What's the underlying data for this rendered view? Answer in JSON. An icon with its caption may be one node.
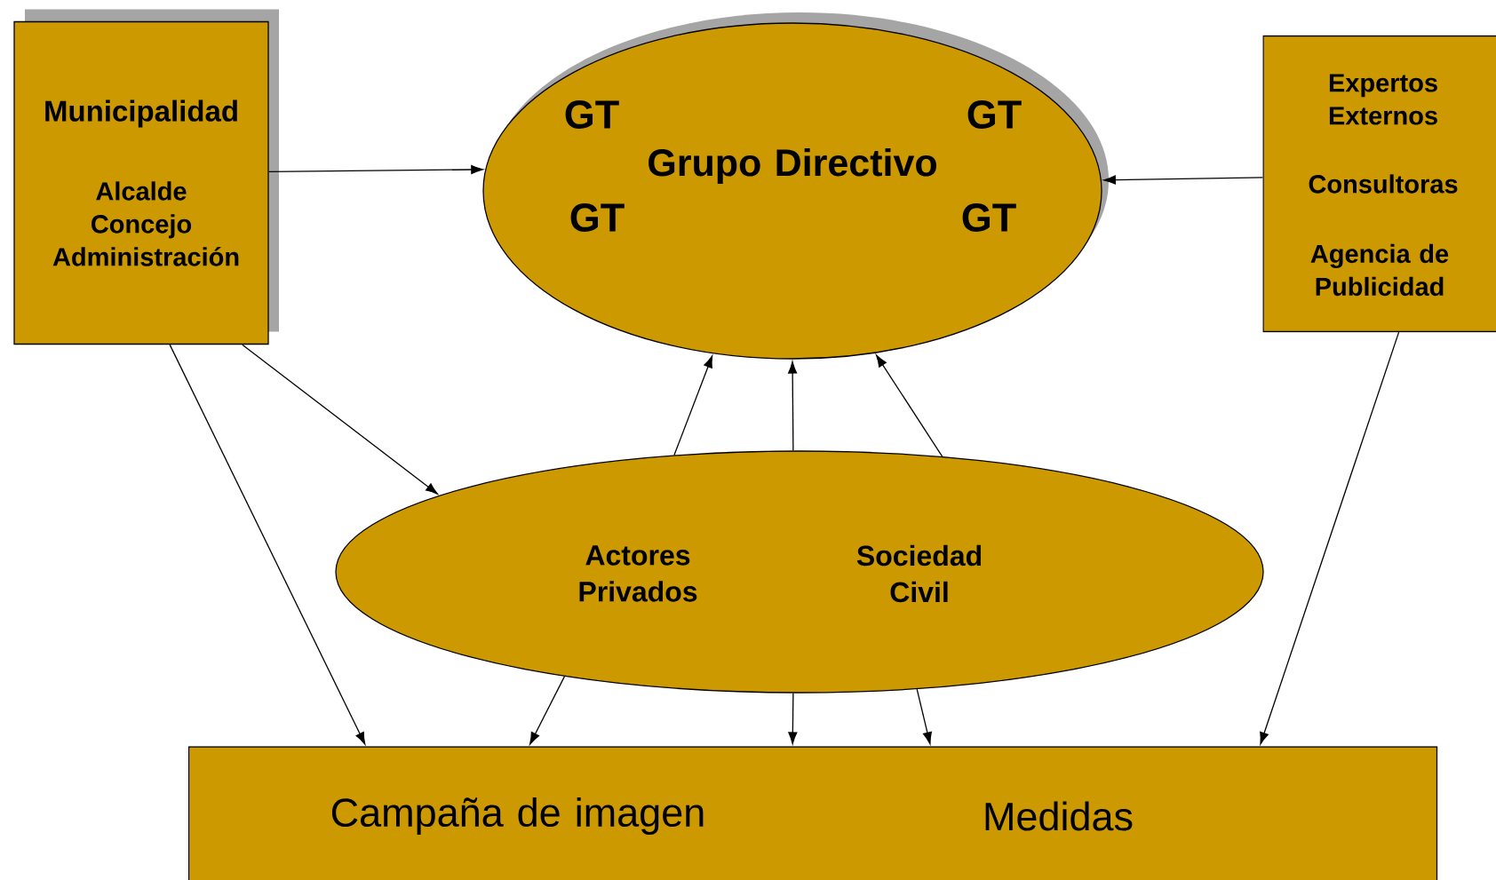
{
  "diagram": {
    "nodes": [
      {
        "text": [
          "Municipalidad",
          "Alcalde Concejo Administración"
        ]
      },
      {
        "text": [
          "GT",
          "GT",
          "Grupo Directivo",
          "GT",
          "GT"
        ]
      },
      {
        "text": [
          "Expertos Externos",
          "Consultoras",
          "Agencia de Publicidad"
        ]
      },
      {
        "text": [
          "Actores Privados",
          "Sociedad Civil"
        ]
      },
      {
        "text": [
          "Campaña de imagen",
          "Medidas"
        ]
      }
    ],
    "edges": [
      {
        "from": 0,
        "to": 1,
        "arrow": "to"
      },
      {
        "from": 2,
        "to": 1,
        "arrow": "to"
      },
      {
        "from": 3,
        "to": 1,
        "arrow": "to"
      },
      {
        "from": 3,
        "to": 1,
        "arrow": "to"
      },
      {
        "from": 3,
        "to": 1,
        "arrow": "to"
      },
      {
        "from": 0,
        "to": 3,
        "arrow": "to"
      },
      {
        "from": 0,
        "to": 4,
        "arrow": "to"
      },
      {
        "from": 3,
        "to": 4,
        "arrow": "to"
      },
      {
        "from": 3,
        "to": 4,
        "arrow": "to"
      },
      {
        "from": 3,
        "to": 4,
        "arrow": "to"
      },
      {
        "from": 2,
        "to": 4,
        "arrow": "to"
      }
    ]
  }
}
